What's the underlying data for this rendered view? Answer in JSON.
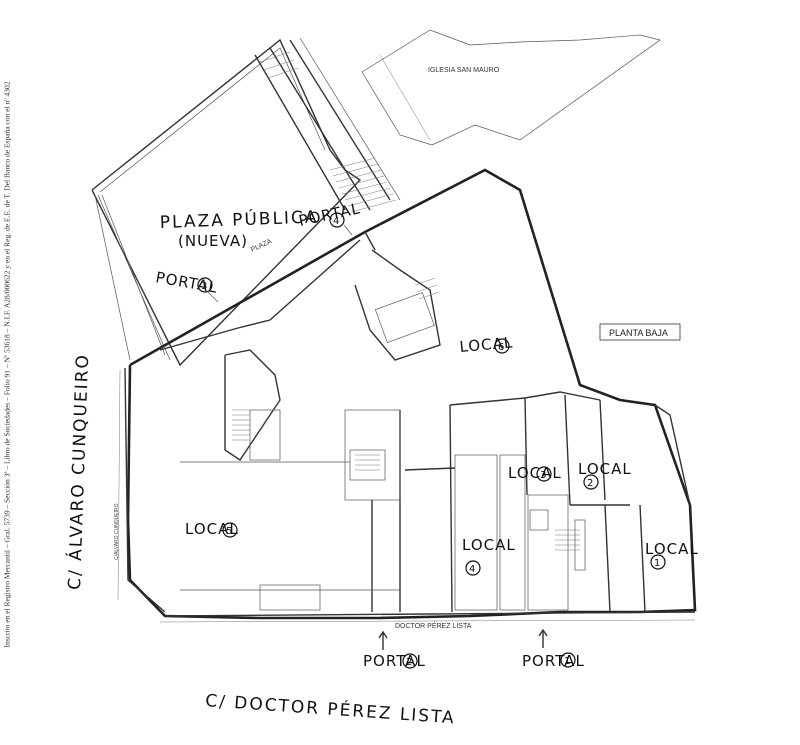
{
  "registry_text": "Inscrito en el Registro Mercantil – Gral. 5739 – Sección 3ª – Libro de Sociedades – Folio 91 – Nº 53618 – N.I.F. A28/000622 y en el Reg. de E.E. de T. Del Banco de España con el nº 4302",
  "labels": {
    "church": "IGLESIA SAN MAURO",
    "plaza": "PLAZA PÚBLICA",
    "plaza_sub": "(NUEVA)",
    "plaza_small": "PLAZA",
    "planta": "PLANTA BAJA",
    "street_left": "C/ ÁLVARO CUNQUEIRO",
    "street_bottom": "C/ DOCTOR PÉREZ LISTA",
    "street_bottom_small": "DOCTOR PÉREZ LISTA",
    "street_left_small": "C/ÁLVARO CUNQUEIRO",
    "portal_word": "PORTAL",
    "local_word": "LOCAL"
  },
  "portals": [
    {
      "id": "portal-1",
      "num": "1"
    },
    {
      "id": "portal-2",
      "num": "2"
    },
    {
      "id": "portal-3",
      "num": "3"
    },
    {
      "id": "portal-4",
      "num": "4"
    }
  ],
  "locals": [
    {
      "id": "local-1",
      "num": "1"
    },
    {
      "id": "local-2",
      "num": "2"
    },
    {
      "id": "local-3",
      "num": "3"
    },
    {
      "id": "local-4",
      "num": "4"
    },
    {
      "id": "local-5",
      "num": "5"
    },
    {
      "id": "local-6",
      "num": "6"
    }
  ]
}
